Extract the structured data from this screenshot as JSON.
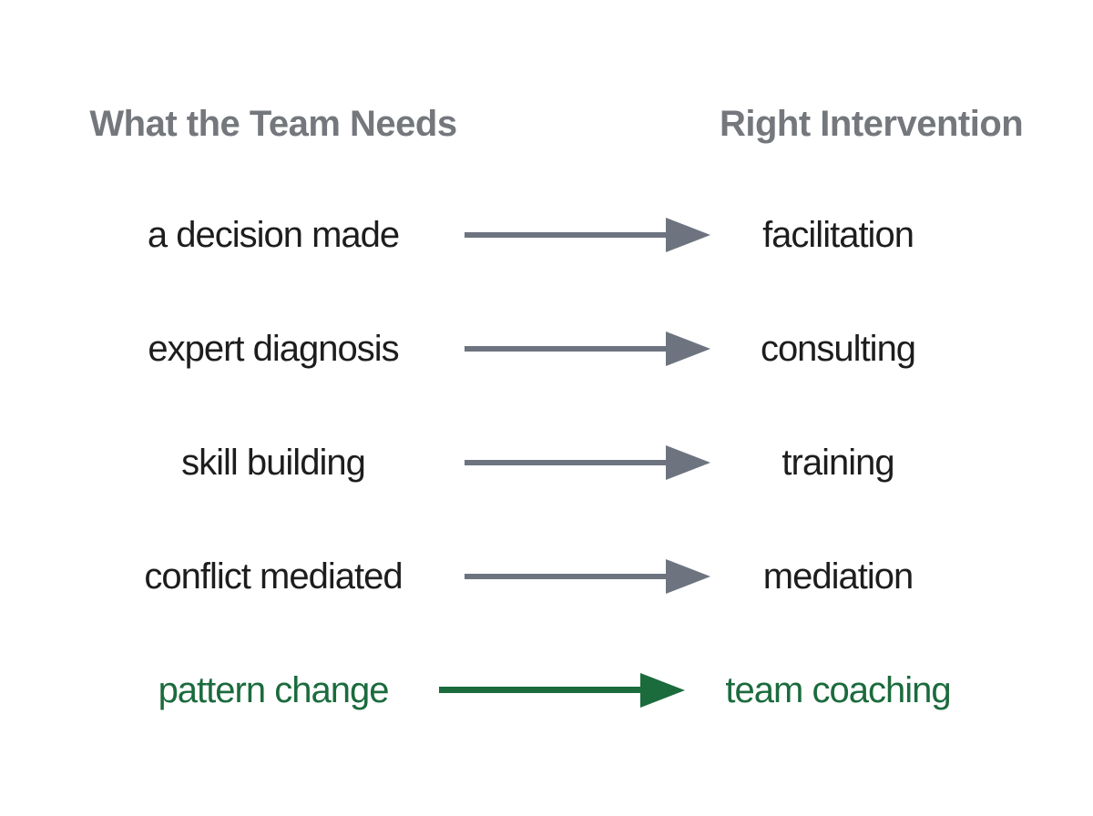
{
  "diagram": {
    "left_header": "What the Team Needs",
    "right_header": "Right Intervention",
    "rows": [
      {
        "need": "a decision made",
        "intervention": "facilitation",
        "highlight": false
      },
      {
        "need": "expert diagnosis",
        "intervention": "consulting",
        "highlight": false
      },
      {
        "need": "skill building",
        "intervention": "training",
        "highlight": false
      },
      {
        "need": "conflict mediated",
        "intervention": "mediation",
        "highlight": false
      },
      {
        "need": "pattern change",
        "intervention": "team coaching",
        "highlight": true
      }
    ],
    "icons": {
      "arrow": "right-arrow-icon"
    },
    "colors": {
      "header": "#74777c",
      "text": "#1d1d1d",
      "arrow": "#6d7480",
      "highlight": "#1b6b3d",
      "background": "#ffffff"
    }
  }
}
